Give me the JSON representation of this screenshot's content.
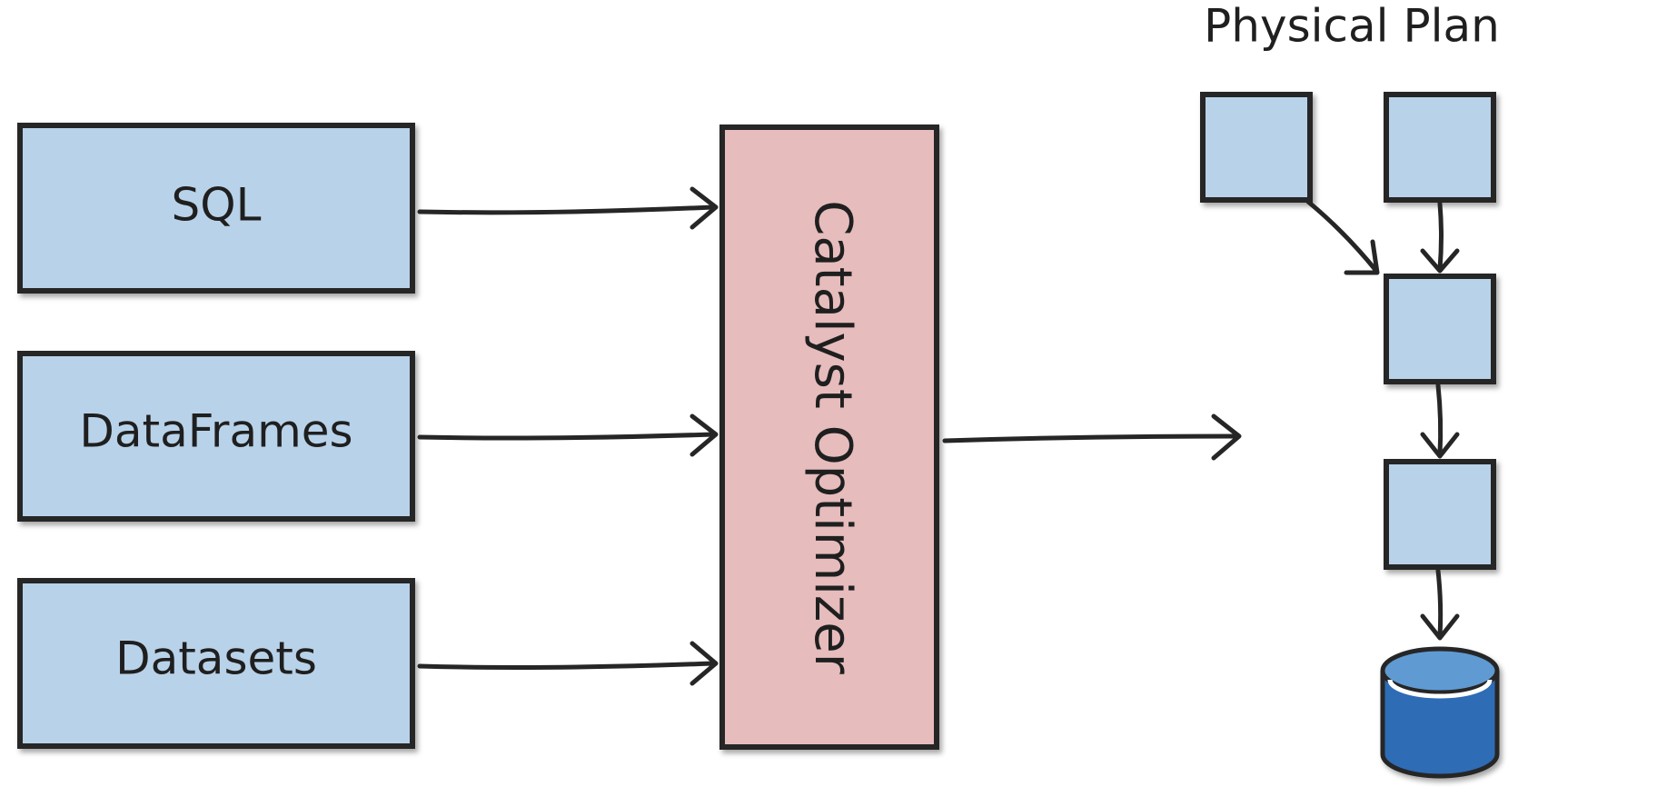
{
  "inputs": [
    {
      "id": "sql",
      "label": "SQL"
    },
    {
      "id": "dataframes",
      "label": "DataFrames"
    },
    {
      "id": "datasets",
      "label": "Datasets"
    }
  ],
  "optimizer": {
    "label": "Catalyst Optimizer"
  },
  "physical_plan": {
    "title": "Physical Plan"
  },
  "colors": {
    "input_fill": "#b8d2e9",
    "optimizer_fill": "#e6bcbd",
    "plan_node_fill": "#b8d2e9",
    "database_body": "#2e6cb5",
    "database_top": "#5e9ad3",
    "outline": "#262626"
  }
}
